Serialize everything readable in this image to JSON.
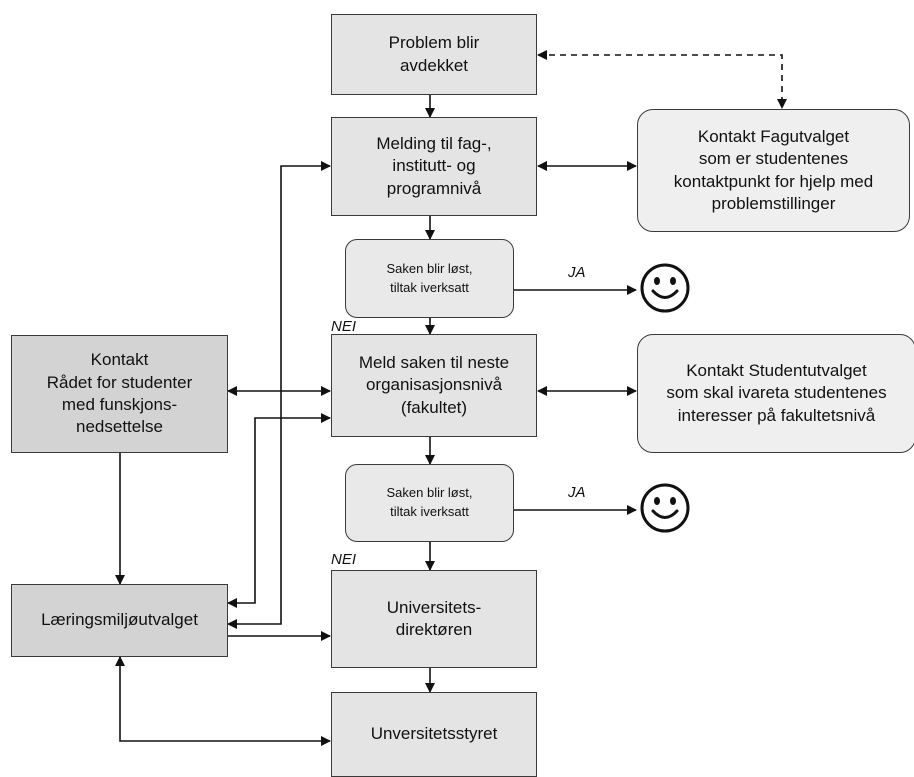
{
  "nodes": {
    "problem": "Problem blir\navdekket",
    "melding": "Melding til fag-,\ninstitutt- og\nprogramnivå",
    "fagutvalget": "Kontakt Fagutvalget\nsom er studentenes\nkontaktpunkt for hjelp med\nproblemstillinger",
    "losning1": "Saken blir løst,\ntiltak iverksatt",
    "meld_saken": "Meld saken til neste\norganisasjonsnivå\n(fakultet)",
    "studentutvalget": "Kontakt Studentutvalget\nsom skal ivareta studentenes\ninteresser på fakultetsnivå",
    "radet": "Kontakt\nRådet for studenter\nmed funskjons-\nnedsettelse",
    "losning2": "Saken blir løst,\ntiltak iverksatt",
    "laeringsmiljo": "Læringsmiljøutvalget",
    "direktor": "Universitets-\ndirektøren",
    "styret": "Unversitetsstyret"
  },
  "labels": {
    "ja1": "JA",
    "nei1": "NEI",
    "ja2": "JA",
    "nei2": "NEI"
  },
  "icons": {
    "smiley_1": "smiley-face-icon",
    "smiley_2": "smiley-face-icon"
  },
  "colors": {
    "box_fill": "#e4e4e4",
    "box_fill_dark": "#d3d3d3",
    "rounded_fill": "#efefef",
    "line": "#111111"
  }
}
